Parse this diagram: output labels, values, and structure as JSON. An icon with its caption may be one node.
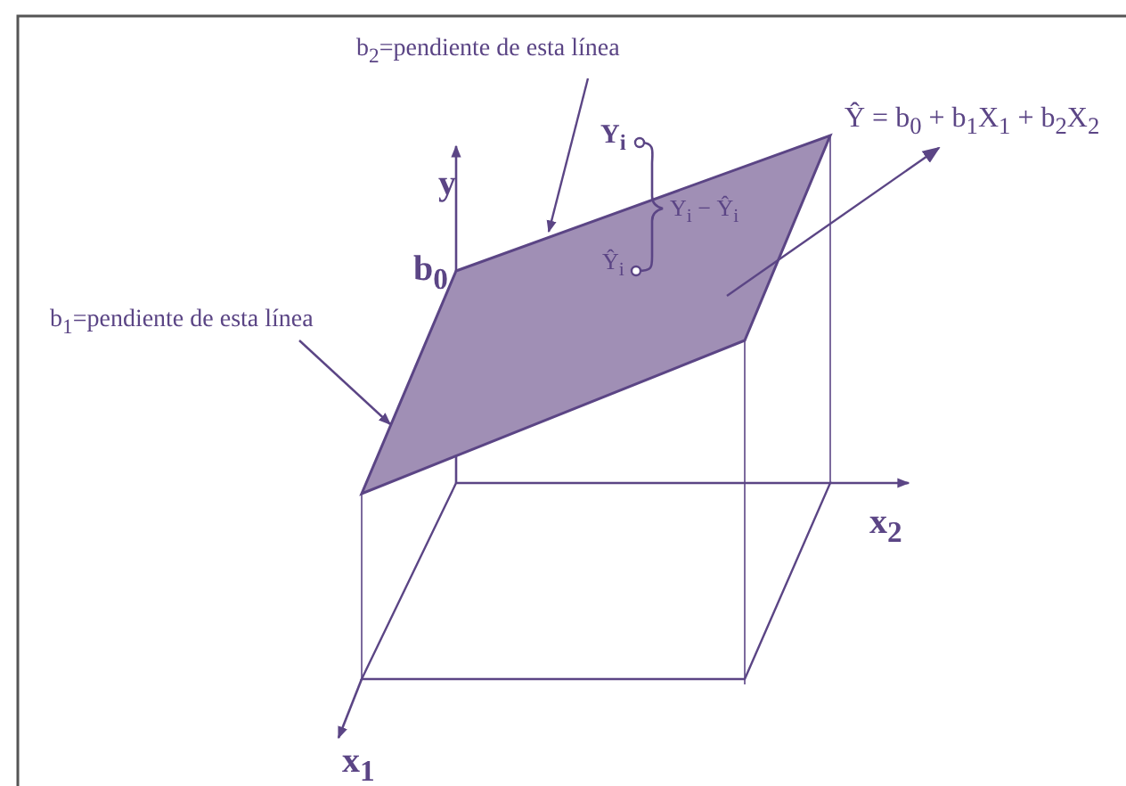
{
  "diagram": {
    "nodes": [
      {
        "text": [
          "b$_{2}$=pendiente de esta línea"
        ]
      },
      {
        "text": [
          "b$_{1}$=pendiente de esta línea"
        ]
      },
      {
        "text": [
          "Ŷ = b$_{0}$ + b$_{1}$X$_{1}$ + b$_{2}$X$_{2}$"
        ]
      },
      {
        "text": [],
        "shape": "parallelogram"
      }
    ],
    "edges": [
      {
        "from": 0,
        "to": 3,
        "arrow": "to"
      },
      {
        "from": 1,
        "to": 3,
        "arrow": "to"
      },
      {
        "from": 3,
        "to": 2,
        "arrow": "to"
      }
    ],
    "labels": [
      "y",
      "b$_{0}$",
      "Y$_{i}$",
      "Y$_{i}$ − Ŷ$_{i}$",
      "Ŷ$_{i}$",
      "x$_{2}$",
      "x$_{1}$"
    ]
  }
}
